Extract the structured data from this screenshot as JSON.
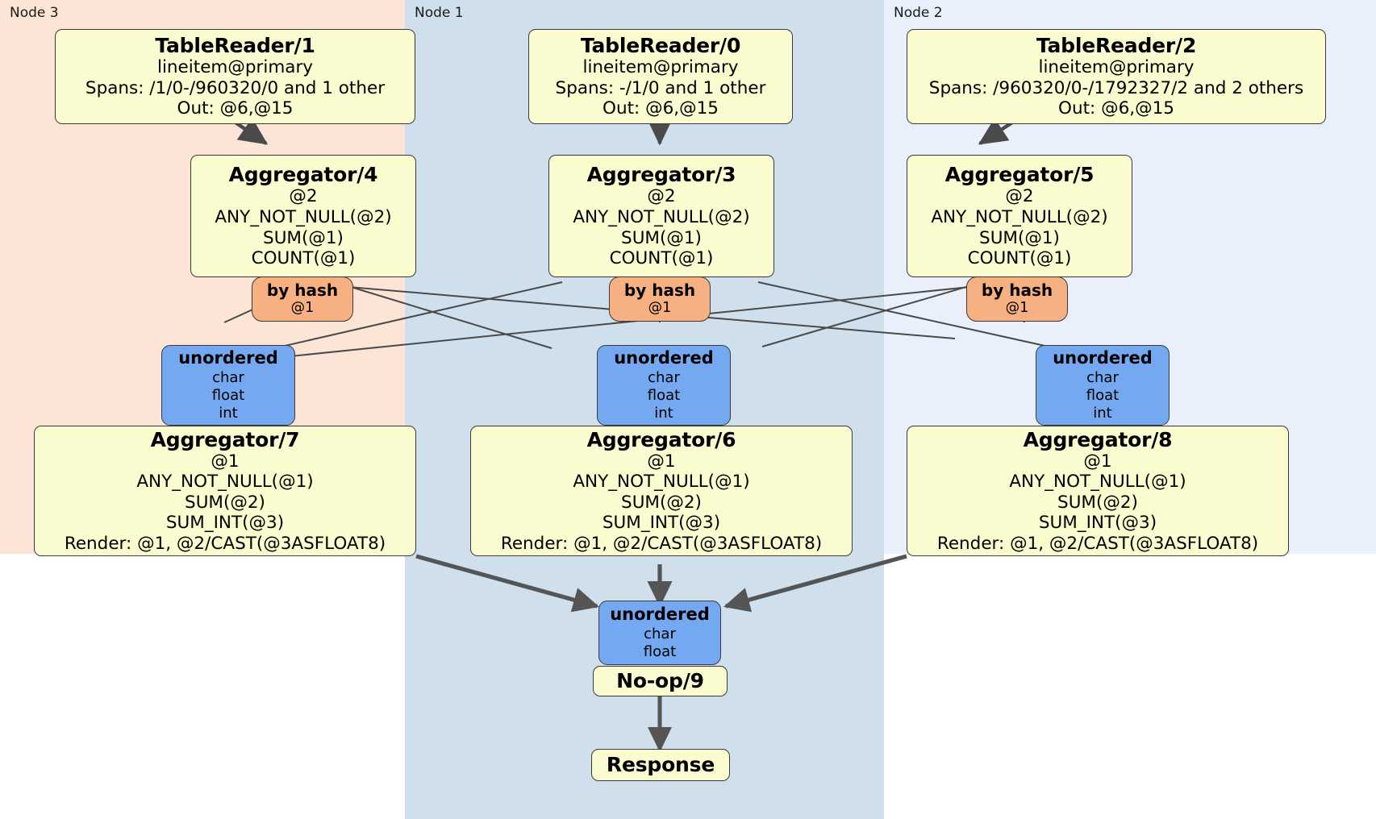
{
  "diagram": {
    "type": "distributed-query-plan",
    "panels": [
      {
        "id": "node3",
        "label": "Node 3",
        "color": "#fce4d6"
      },
      {
        "id": "node1",
        "label": "Node 1",
        "color": "#cfdfeb"
      },
      {
        "id": "node2",
        "label": "Node 2",
        "color": "#eaf0fb"
      }
    ],
    "colors": {
      "processor_fill": "#fbfbd0",
      "router_fill": "#f7b081",
      "synchronizer_fill": "#74a8f0",
      "border": "#3a3a3a",
      "edge": "#4a4a4a",
      "thick_edge": "#555555"
    },
    "table_readers": [
      {
        "id": "tablereader-1",
        "title": "TableReader/1",
        "table": "lineitem@primary",
        "spans": "Spans: /1/0-/960320/0 and 1 other",
        "out": "Out: @6,@15"
      },
      {
        "id": "tablereader-0",
        "title": "TableReader/0",
        "table": "lineitem@primary",
        "spans": "Spans: -/1/0 and 1 other",
        "out": "Out: @6,@15"
      },
      {
        "id": "tablereader-2",
        "title": "TableReader/2",
        "table": "lineitem@primary",
        "spans": "Spans: /960320/0-/1792327/2 and 2 others",
        "out": "Out: @6,@15"
      }
    ],
    "local_aggregators": [
      {
        "id": "aggregator-4",
        "title": "Aggregator/4",
        "group": "@2",
        "agg1": "ANY_NOT_NULL(@2)",
        "agg2": "SUM(@1)",
        "agg3": "COUNT(@1)"
      },
      {
        "id": "aggregator-3",
        "title": "Aggregator/3",
        "group": "@2",
        "agg1": "ANY_NOT_NULL(@2)",
        "agg2": "SUM(@1)",
        "agg3": "COUNT(@1)"
      },
      {
        "id": "aggregator-5",
        "title": "Aggregator/5",
        "group": "@2",
        "agg1": "ANY_NOT_NULL(@2)",
        "agg2": "SUM(@1)",
        "agg3": "COUNT(@1)"
      }
    ],
    "routers": [
      {
        "id": "router-left",
        "title": "by hash",
        "column": "@1"
      },
      {
        "id": "router-center",
        "title": "by hash",
        "column": "@1"
      },
      {
        "id": "router-right",
        "title": "by hash",
        "column": "@1"
      }
    ],
    "synchronizers": [
      {
        "id": "sync-left",
        "title": "unordered",
        "t1": "char",
        "t2": "float",
        "t3": "int"
      },
      {
        "id": "sync-center",
        "title": "unordered",
        "t1": "char",
        "t2": "float",
        "t3": "int"
      },
      {
        "id": "sync-right",
        "title": "unordered",
        "t1": "char",
        "t2": "float",
        "t3": "int"
      }
    ],
    "final_aggregators": [
      {
        "id": "aggregator-7",
        "title": "Aggregator/7",
        "group": "@1",
        "agg1": "ANY_NOT_NULL(@1)",
        "agg2": "SUM(@2)",
        "agg3": "SUM_INT(@3)",
        "render": "Render: @1, @2/CAST(@3ASFLOAT8)"
      },
      {
        "id": "aggregator-6",
        "title": "Aggregator/6",
        "group": "@1",
        "agg1": "ANY_NOT_NULL(@1)",
        "agg2": "SUM(@2)",
        "agg3": "SUM_INT(@3)",
        "render": "Render: @1, @2/CAST(@3ASFLOAT8)"
      },
      {
        "id": "aggregator-8",
        "title": "Aggregator/8",
        "group": "@1",
        "agg1": "ANY_NOT_NULL(@1)",
        "agg2": "SUM(@2)",
        "agg3": "SUM_INT(@3)",
        "render": "Render: @1, @2/CAST(@3ASFLOAT8)"
      }
    ],
    "final_sync": {
      "id": "sync-final",
      "title": "unordered",
      "t1": "char",
      "t2": "float"
    },
    "noop": {
      "id": "no-op-9",
      "title": "No-op/9"
    },
    "response": {
      "id": "response",
      "title": "Response"
    }
  }
}
